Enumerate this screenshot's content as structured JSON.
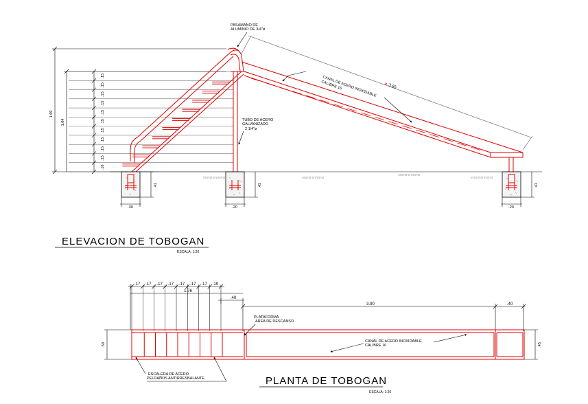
{
  "elevation": {
    "title": "ELEVACION DE TOBOGAN",
    "scale": "ESCALA: 1:20",
    "handrail_note_1": "PASAMANO DE",
    "handrail_note_2": "ALUMINIO DE 3/4\"ø",
    "slide_note_1": "CANAL DE ACERO INOXIDABLE",
    "slide_note_2": "CALIBRE 16",
    "slide_length_prefix": "ø",
    "slide_length": "3.65",
    "tube_note_1": "TUBO DE ACERO",
    "tube_note_2": "GALVANIZADO",
    "tube_note_3": "2 1/4\"ø",
    "overall_height": "1.69",
    "stair_height": "1.64",
    "risers": [
      ".15",
      ".15",
      ".15",
      ".15",
      ".15",
      ".15",
      ".15",
      ".15",
      ".15",
      ".15",
      ".16"
    ],
    "footing_height": ".41",
    "footing_width_1": ".30",
    "footing_width_2": ".20",
    "footing_width_3": ".20",
    "grass_mark": "எஎஎஎஎஎஎ"
  },
  "plan": {
    "title": "PLANTA DE TOBOGAN",
    "scale": "ESCALA: 1:20",
    "treads": [
      ".17",
      ".17",
      ".17",
      ".17",
      ".17",
      ".17",
      ".17",
      ".19"
    ],
    "stair_run": "1.76",
    "platform_dim": ".40",
    "channel_length": "3.90",
    "end_dim": ".40",
    "width_left": ".50",
    "width_right": ".45",
    "platform_note_1": "PLATAFORMA",
    "platform_note_2": "AREA DE DESCANSO",
    "channel_note_1": "CANAL DE ACERO INOXIDABLE",
    "channel_note_2": "CALIBRE 16",
    "stair_note_1": "ESCALERA DE ACERO",
    "stair_note_2": "PELDAÑOS ANTIRRESBALANTE"
  }
}
